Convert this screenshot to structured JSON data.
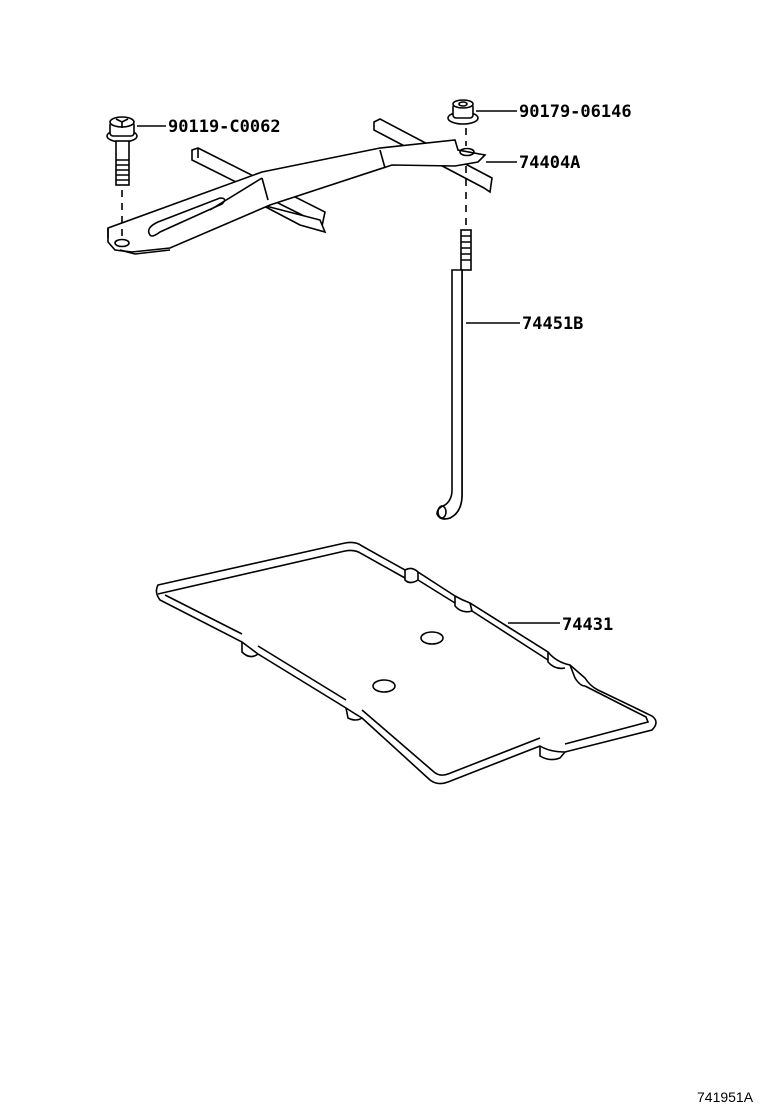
{
  "parts": [
    {
      "id": "bolt",
      "number": "90119-C0062"
    },
    {
      "id": "nut",
      "number": "90179-06146"
    },
    {
      "id": "clamp",
      "number": "74404A"
    },
    {
      "id": "rod",
      "number": "74451B"
    },
    {
      "id": "tray",
      "number": "74431"
    }
  ],
  "diagram_ref": "741951A"
}
